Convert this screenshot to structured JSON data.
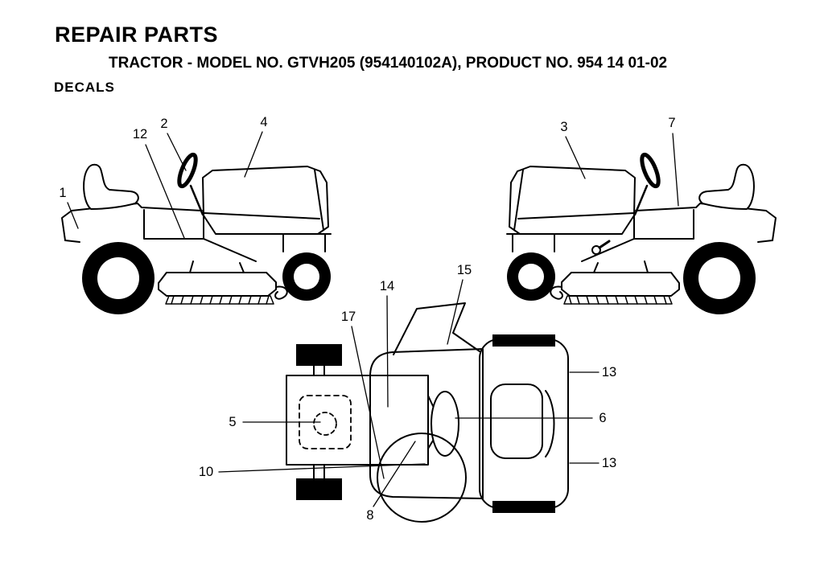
{
  "header": {
    "title": "REPAIR PARTS",
    "subtitle": "TRACTOR - MODEL NO. GTVH205 (954140102A), PRODUCT NO. 954 14 01-02",
    "section": "DECALS"
  },
  "colors": {
    "ink": "#000000",
    "background": "#ffffff"
  },
  "callouts": [
    {
      "label": "1"
    },
    {
      "label": "2"
    },
    {
      "label": "12"
    },
    {
      "label": "4"
    },
    {
      "label": "3"
    },
    {
      "label": "7"
    },
    {
      "label": "14"
    },
    {
      "label": "15"
    },
    {
      "label": "17"
    },
    {
      "label": "13"
    },
    {
      "label": "6"
    },
    {
      "label": "13"
    },
    {
      "label": "5"
    },
    {
      "label": "10"
    },
    {
      "label": "8"
    }
  ]
}
